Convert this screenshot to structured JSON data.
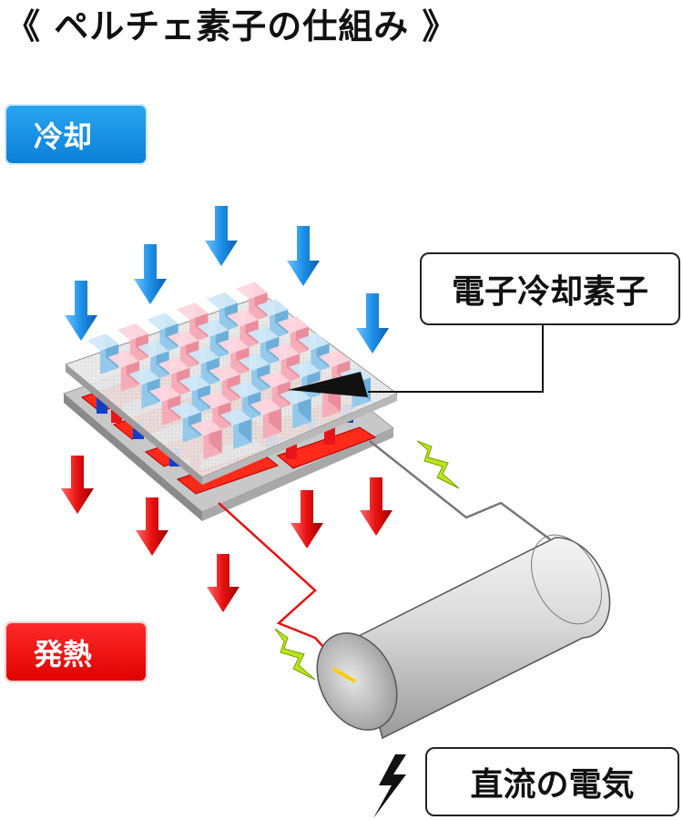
{
  "title": "《 ペルチェ素子の仕組み 》",
  "cooling_label": "冷却",
  "heating_label": "発熱",
  "element_label": "電子冷却素子",
  "dc_label": "直流の電気",
  "colors": {
    "cooling_blue": "#1e90e8",
    "heating_red": "#e81010",
    "spark_green": "#b8e61a",
    "lightning_black": "#111111"
  },
  "icons": [
    "down-arrow-icon",
    "lightning-icon",
    "spark-icon",
    "battery-icon"
  ]
}
